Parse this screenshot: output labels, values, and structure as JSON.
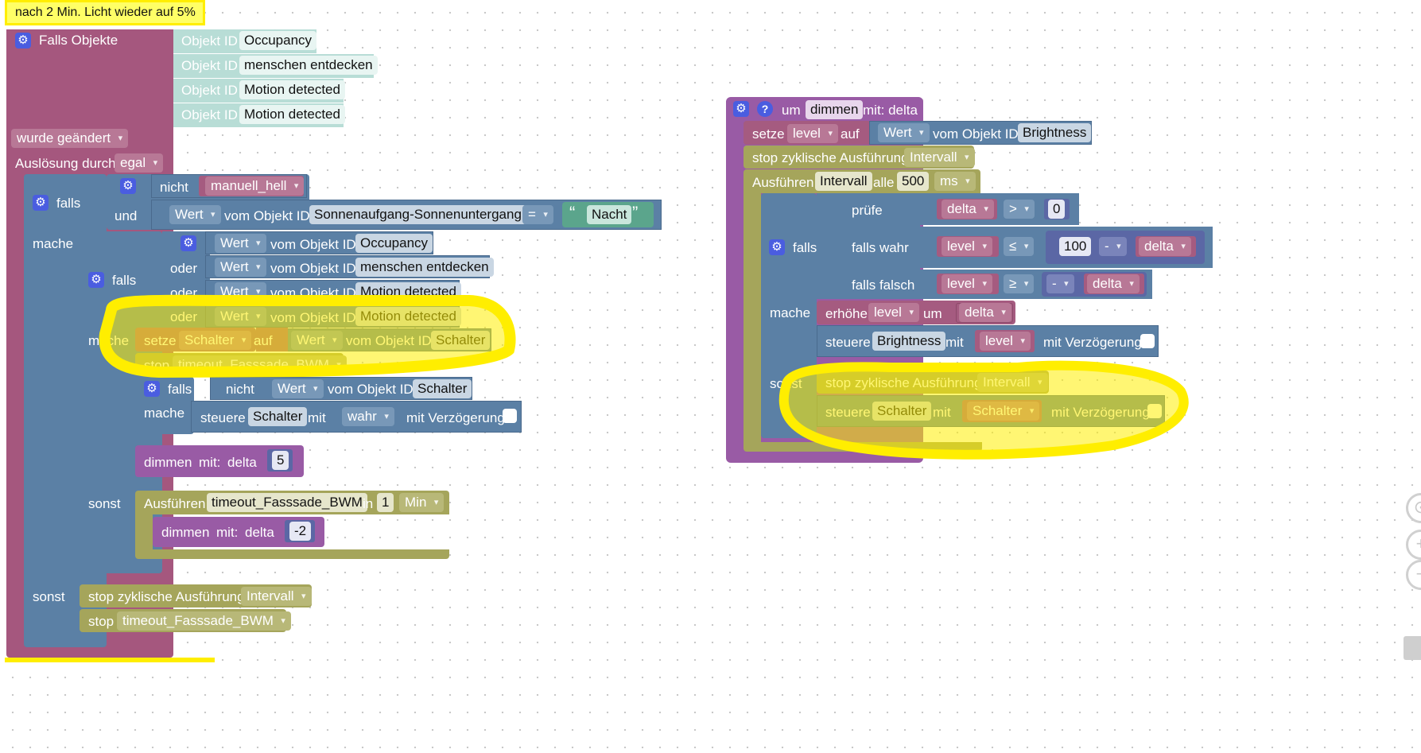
{
  "comment": "nach 2 Min. Licht wieder auf 5%",
  "trigger": {
    "title": "Falls Objekte",
    "object_label": "Objekt ID",
    "objects": [
      "Occupancy",
      "menschen entdecken",
      "Motion detected",
      "Motion detected"
    ],
    "changed": "wurde geändert",
    "triggered_by_label": "Auslösung durch",
    "triggered_by": "egal"
  },
  "if1": {
    "if": "falls",
    "and": "und",
    "do": "mache",
    "else": "sonst",
    "not": "nicht",
    "var": "manuell_hell",
    "wert": "Wert",
    "vom": "vom Objekt ID",
    "object": "Sonnenaufgang-Sonnenuntergang",
    "op": "=",
    "quote_open": "“",
    "text": "Nacht",
    "quote_close": "”"
  },
  "if2": {
    "if": "falls",
    "or": "oder",
    "do": "mache",
    "else": "sonst",
    "objects": [
      "Occupancy",
      "menschen entdecken",
      "Motion detected",
      "Motion detected"
    ]
  },
  "set": {
    "label": "setze",
    "var": "Schalter",
    "to": "auf",
    "object": "Schalter"
  },
  "stop1": {
    "label": "stop",
    "timer": "timeout_Fasssade_BWM"
  },
  "if3": {
    "not": "nicht",
    "object": "Schalter"
  },
  "control1": {
    "label": "steuere",
    "object": "Schalter",
    "with": "mit",
    "value": "wahr",
    "delay": "mit Verzögerung"
  },
  "call1": {
    "name": "dimmen",
    "with": "mit:",
    "param": "delta",
    "value": "5"
  },
  "exec1": {
    "label": "Ausführen",
    "timer": "timeout_Fasssade_BWM",
    "in": "in",
    "value": "1",
    "unit": "Min"
  },
  "call2": {
    "name": "dimmen",
    "with": "mit:",
    "param": "delta",
    "value": "-2"
  },
  "else_stop": {
    "label": "stop zyklische Ausführung",
    "interval": "Intervall"
  },
  "else_stop2": {
    "label": "stop",
    "timer": "timeout_Fasssade_BWM"
  },
  "func": {
    "help": "?",
    "to": "um",
    "name": "dimmen",
    "params": "mit: delta",
    "set_label": "setze",
    "set_var": "level",
    "set_to": "auf",
    "wert": "Wert",
    "vom": "vom Objekt ID",
    "object": "Brightness",
    "stop_label": "stop zyklische Ausführung",
    "interval": "Intervall",
    "exec_label": "Ausführen",
    "every": "alle",
    "every_value": "500",
    "every_unit": "ms",
    "if": "falls",
    "check": "prüfe",
    "if_true": "falls wahr",
    "if_false": "falls falsch",
    "do": "mache",
    "else": "sonst",
    "delta": "delta",
    "level": "level",
    "gt": ">",
    "zero": "0",
    "le": "≤",
    "hundred": "100",
    "minus": "-",
    "ge": "≥",
    "neg": "-",
    "inc_label": "erhöhe",
    "inc_by": "um",
    "control_label": "steuere",
    "control_with": "mit",
    "delay": "mit Verzögerung",
    "else_control_object": "Schalter",
    "else_value": "Schalter"
  },
  "zoom": {
    "center": "⊙",
    "plus": "+",
    "minus": "−"
  },
  "colors": {
    "event": "#a5577e",
    "logic": "#5b80a5",
    "variable": "#a55b80",
    "procedure": "#995ba5",
    "timer": "#a5a55b",
    "object": "#b8ddd6",
    "math": "#5b67a5",
    "text": "#5ba58c",
    "highlight": "#ffee00"
  }
}
